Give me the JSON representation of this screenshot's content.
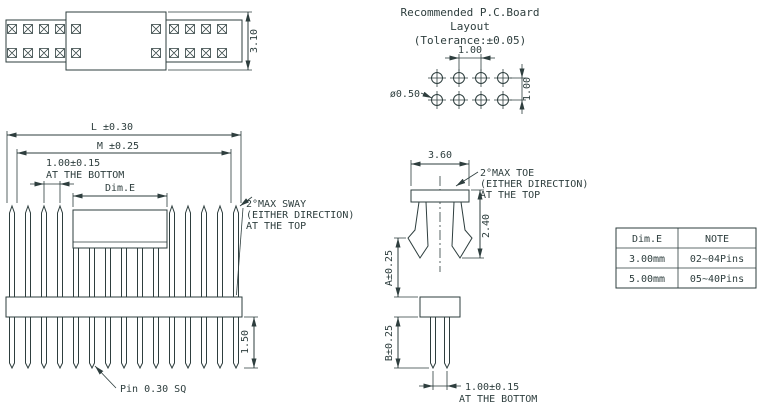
{
  "colors": {
    "ink": "#2e3e3e",
    "background": "#ffffff"
  },
  "top_view": {
    "height_dim": "3.10"
  },
  "pcb_layout": {
    "title": [
      "Recommended P.C.Board",
      "Layout",
      "(Tolerance:±0.05)"
    ],
    "pitch_horizontal": "1.00",
    "pitch_vertical": "1.00",
    "hole_diameter": "ø0.50"
  },
  "front_view": {
    "length_dim": "L ±0.30",
    "body_dim": "M ±0.25",
    "pitch_dim": "1.00±0.15",
    "pitch_dim_note": "AT THE BOTTOM",
    "spacer_dim": "Dim.E",
    "sway_note": [
      "2°MAX SWAY",
      "(EITHER DIRECTION)",
      "AT THE TOP"
    ],
    "tail_dim": "1.50",
    "pin_note": "Pin 0.30 SQ"
  },
  "side_view": {
    "width_dim": "3.60",
    "toe_note": [
      "2°MAX TOE",
      "(EITHER DIRECTION)",
      "AT THE TOP"
    ],
    "top_height_dim": "2.40",
    "a_dim": "A±0.25",
    "b_dim": "B±0.25",
    "pitch_dim": "1.00±0.15",
    "pitch_dim_note": "AT THE BOTTOM"
  },
  "spec_table": {
    "headers": [
      "Dim.E",
      "NOTE"
    ],
    "rows": [
      [
        "3.00mm",
        "02~04Pins"
      ],
      [
        "5.00mm",
        "05~40Pins"
      ]
    ]
  }
}
